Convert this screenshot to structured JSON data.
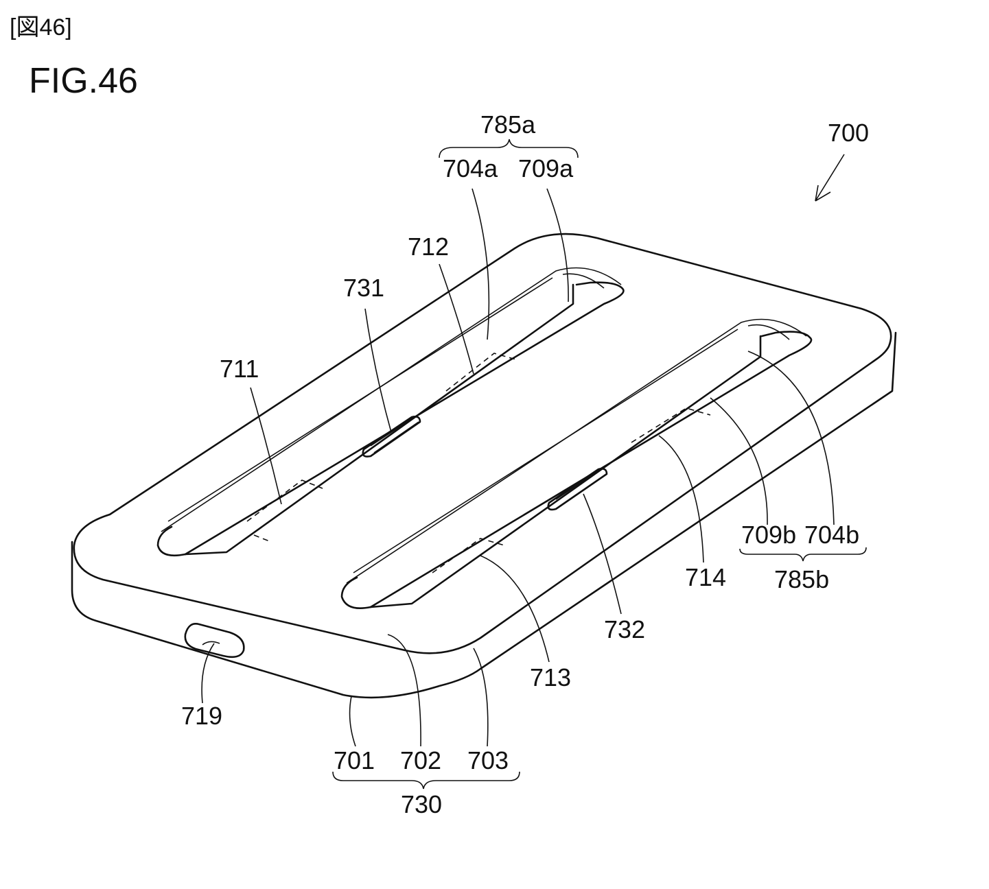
{
  "header": "[図46]",
  "figure_title": "FIG.46",
  "labels": {
    "l700": "700",
    "l785a": "785a",
    "l704a": "704a",
    "l709a": "709a",
    "l712": "712",
    "l731": "731",
    "l711": "711",
    "l709b": "709b",
    "l704b": "704b",
    "l785b": "785b",
    "l714": "714",
    "l732": "732",
    "l713": "713",
    "l719": "719",
    "l701": "701",
    "l702": "702",
    "l703": "703",
    "l730": "730"
  }
}
